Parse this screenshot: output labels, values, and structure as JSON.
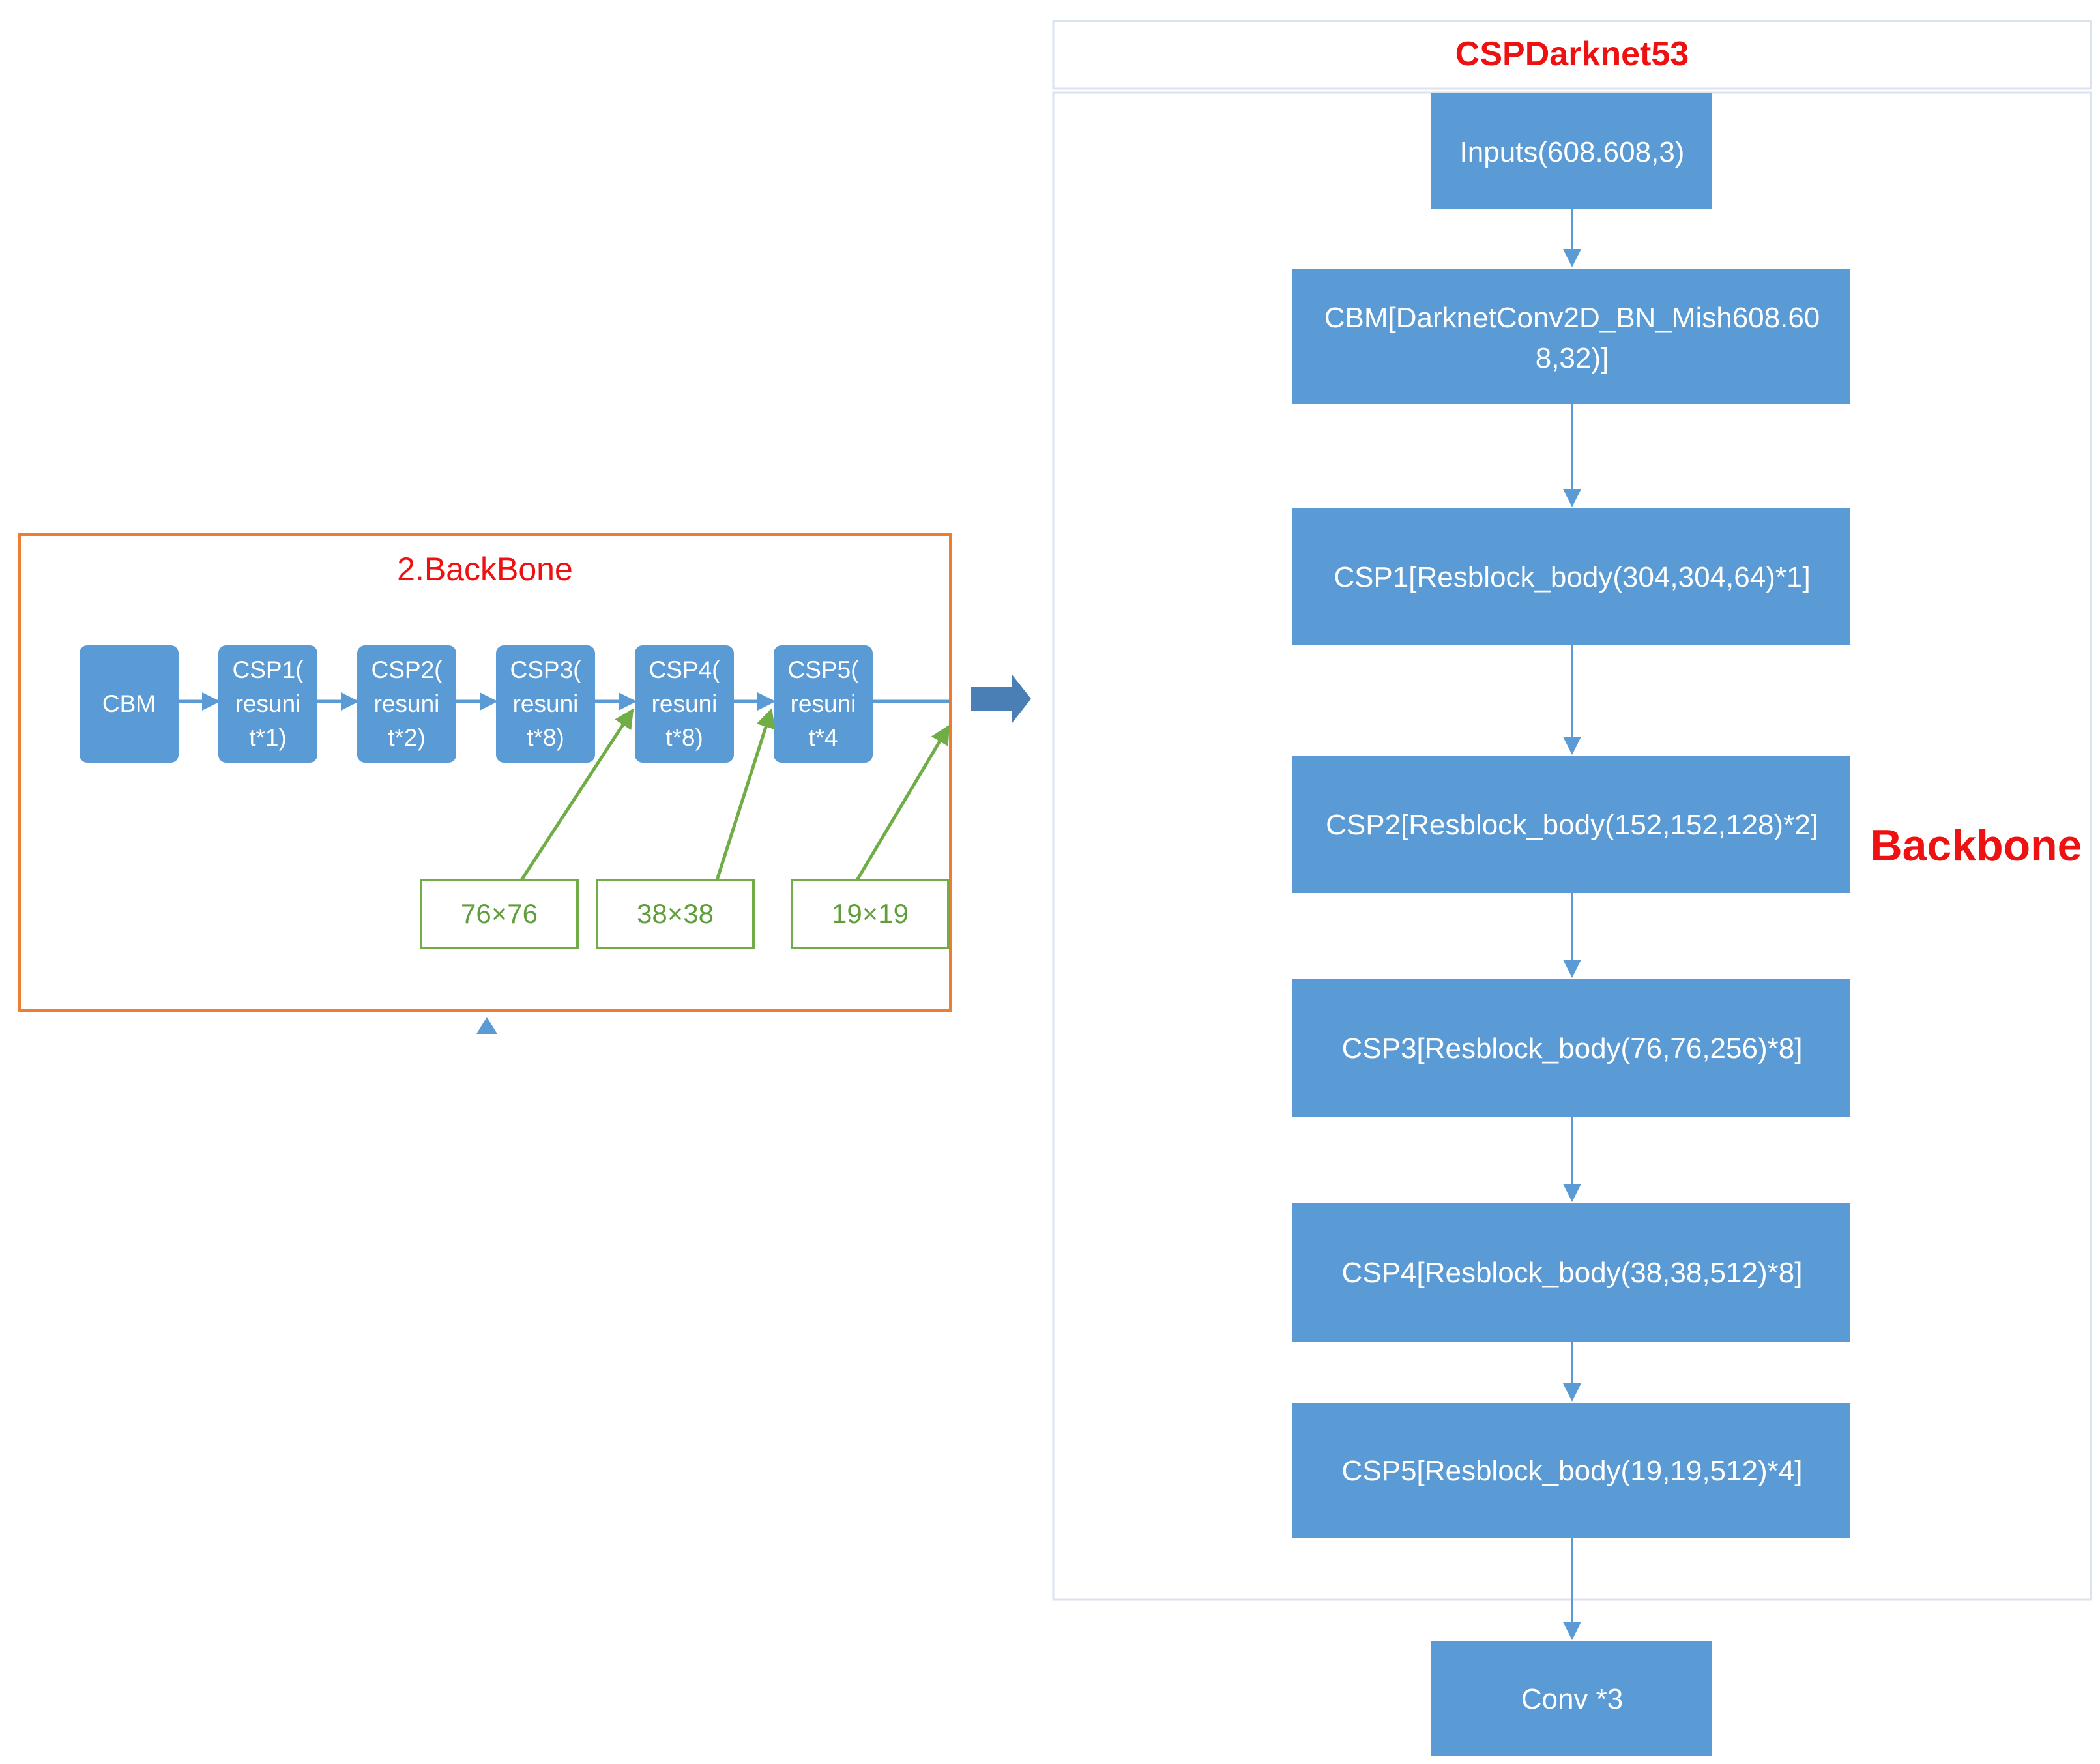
{
  "colors": {
    "node_fill": "#5b9bd5",
    "node_text": "#ffffff",
    "edge": "#5b9bd5",
    "backbone_border": "#ed7d31",
    "size_green": "#70ad47",
    "title_red": "#ee1111",
    "panel_border": "#dae3f0",
    "big_arrow": "#4a7fb5"
  },
  "backbone_panel": {
    "title": "2.BackBone",
    "blocks": [
      {
        "id": "cbm",
        "lines": [
          "CBM"
        ]
      },
      {
        "id": "csp1",
        "lines": [
          "CSP1(",
          "resuni",
          "t*1)"
        ]
      },
      {
        "id": "csp2",
        "lines": [
          "CSP2(",
          "resuni",
          "t*2)"
        ]
      },
      {
        "id": "csp3",
        "lines": [
          "CSP3(",
          "resuni",
          "t*8)"
        ]
      },
      {
        "id": "csp4",
        "lines": [
          "CSP4(",
          "resuni",
          "t*8)"
        ]
      },
      {
        "id": "csp5",
        "lines": [
          "CSP5(",
          "resuni",
          "t*4"
        ]
      }
    ],
    "feature_sizes": [
      "76×76",
      "38×38",
      "19×19"
    ]
  },
  "darknet_panel": {
    "title": "CSPDarknet53",
    "side_label": "Backbone",
    "steps": [
      {
        "id": "inputs",
        "lines": [
          "Inputs(608.608,3)"
        ]
      },
      {
        "id": "cbm",
        "lines": [
          "CBM[DarknetConv2D_BN_Mish608.60",
          "8,32)]"
        ]
      },
      {
        "id": "csp1",
        "lines": [
          "CSP1[Resblock_body(304,304,64)*1]"
        ]
      },
      {
        "id": "csp2",
        "lines": [
          "CSP2[Resblock_body(152,152,128)*2]"
        ]
      },
      {
        "id": "csp3",
        "lines": [
          "CSP3[Resblock_body(76,76,256)*8]"
        ]
      },
      {
        "id": "csp4",
        "lines": [
          "CSP4[Resblock_body(38,38,512)*8]"
        ]
      },
      {
        "id": "csp5",
        "lines": [
          "CSP5[Resblock_body(19,19,512)*4]"
        ]
      },
      {
        "id": "conv",
        "lines": [
          "Conv *3"
        ]
      }
    ]
  }
}
